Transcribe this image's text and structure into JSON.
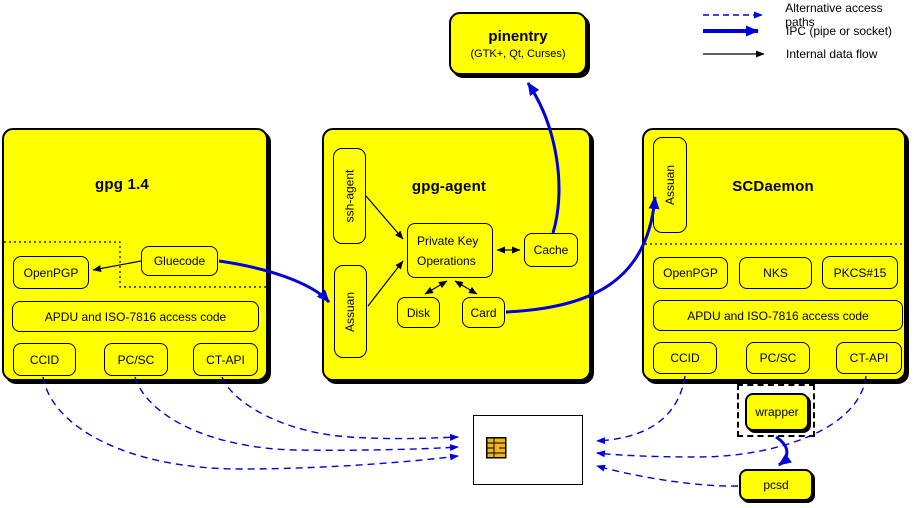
{
  "legend": {
    "items": [
      {
        "label": "Alternative access paths"
      },
      {
        "label": "IPC (pipe or socket)"
      },
      {
        "label": "Internal data flow"
      }
    ]
  },
  "pinentry": {
    "title": "pinentry",
    "subtitle": "(GTK+, Qt, Curses)"
  },
  "gpg14": {
    "title": "gpg 1.4",
    "boxes": {
      "openpgp": "OpenPGP",
      "gluecode": "Gluecode",
      "apdu": "APDU and ISO-7816 access code",
      "ccid": "CCID",
      "pcsc": "PC/SC",
      "ctapi": "CT-API"
    }
  },
  "gpg_agent": {
    "title": "gpg-agent",
    "boxes": {
      "ssh_agent": "ssh-agent",
      "assuan": "Assuan",
      "private_key_ops_line1": "Private Key",
      "private_key_ops_line2": "Operations",
      "cache": "Cache",
      "disk": "Disk",
      "card": "Card"
    }
  },
  "scdaemon": {
    "title": "SCDaemon",
    "boxes": {
      "assuan": "Assuan",
      "openpgp": "OpenPGP",
      "nks": "NKS",
      "pkcs15": "PKCS#15",
      "apdu": "APDU and ISO-7816 access code",
      "ccid": "CCID",
      "pcsc": "PC/SC",
      "ctapi": "CT-API"
    }
  },
  "peripherals": {
    "wrapper": "wrapper",
    "pcsd": "pcsd",
    "smartcard_icon": "smartcard-gold-chip"
  },
  "colors": {
    "box_fill": "#ffff00",
    "arrow_blue": "#0000dd",
    "line_black": "#000000",
    "chip_gold": "#f0b41e",
    "card_bg": "#ffffff"
  }
}
